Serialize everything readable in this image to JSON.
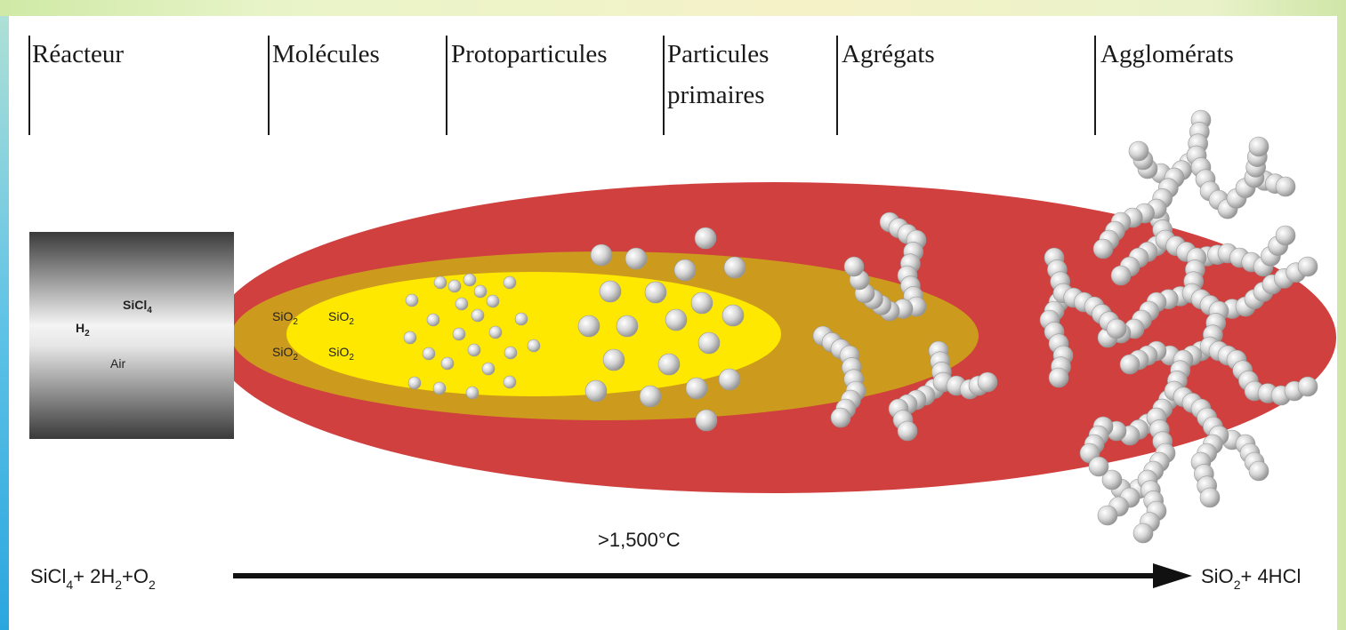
{
  "stages": [
    {
      "label": "Réacteur"
    },
    {
      "label": "Molécules"
    },
    {
      "label": "Protoparticules"
    },
    {
      "label": "Particules",
      "label2": "primaires"
    },
    {
      "label": "Agrégats"
    },
    {
      "label": "Agglomérats"
    }
  ],
  "reactor": {
    "h2": "H",
    "h2_sub": "2",
    "sicl4": "SiCl",
    "sicl4_sub": "4",
    "air": "Air"
  },
  "molecules": {
    "sio2": "SiO",
    "sub": "2"
  },
  "temperature": ">1,500°C",
  "equation_left": {
    "p1": "SiCl",
    "s1": "4",
    "p2": "+ 2H",
    "s2": "2",
    "p3": "+O",
    "s3": "2"
  },
  "equation_right": {
    "p1": "SiO",
    "s1": "2",
    "p2": "+ 4HCl"
  },
  "colors": {
    "flame_outer": "#d0403f",
    "flame_middle": "#cc9b1d",
    "flame_inner": "#ffe800",
    "particle": "#c9c9c9"
  }
}
